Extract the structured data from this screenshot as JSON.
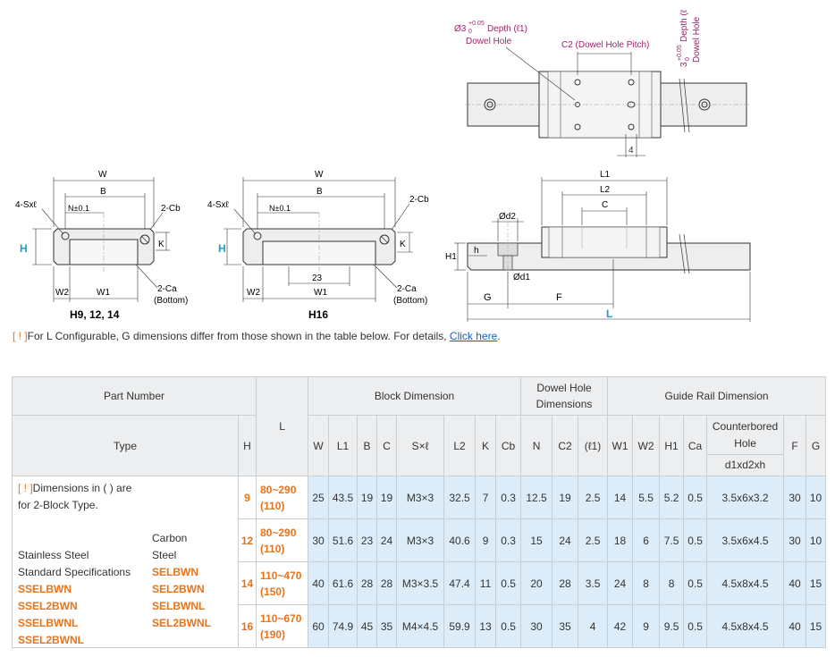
{
  "drawing": {
    "top_labels": {
      "dowel_hole_dim": "Ø3+0.05 0 Depth (ℓ1)",
      "dowel_hole_dim_main": "Ø3",
      "dowel_hole_sup": "+0.05",
      "dowel_hole_sub": "0",
      "dowel_hole_depth": "Depth (ℓ1)",
      "dowel_hole": "Dowel Hole",
      "c2_pitch": "C2 (Dowel Hole Pitch)",
      "right_depth_main": "3",
      "right_depth_sup": "+0.05",
      "right_depth_sub": "0",
      "right_depth_rest": "Depth (ℓ",
      "right_dowel": "Dowel Hole",
      "dim_4": "4"
    },
    "left_view": {
      "W": "W",
      "B": "B",
      "N": "N±0.1",
      "S": "4-Sxℓ",
      "Cb": "2-Cb",
      "H": "H",
      "K": "K",
      "W2": "W2",
      "W1": "W1",
      "Ca": "2-Ca",
      "bottom": "(Bottom)",
      "caption": "H9, 12, 14"
    },
    "mid_view": {
      "W": "W",
      "B": "B",
      "N": "N±0.1",
      "S": "4-Sxℓ",
      "Cb": "2-Cb",
      "H": "H",
      "K": "K",
      "W2": "W2",
      "W1": "W1",
      "dim23": "23",
      "Ca": "2-Ca",
      "bottom": "(Bottom)",
      "caption": "H16"
    },
    "side_view": {
      "L1": "L1",
      "L2": "L2",
      "C": "C",
      "d2": "Ød2",
      "d1": "Ød1",
      "H1": "H1",
      "h": "h",
      "G": "G",
      "F": "F",
      "L": "L"
    }
  },
  "note": {
    "flag": "[ ! ]",
    "text": "For L Configurable, G dimensions differ from those shown in the table below. For details, ",
    "link": "Click here",
    "end": "."
  },
  "table": {
    "headers": {
      "part_number": "Part Number",
      "L": "L",
      "block_dimension": "Block Dimension",
      "dowel_hole_dimensions": "Dowel Hole Dimensions",
      "guide_rail_dimension": "Guide Rail Dimension",
      "type": "Type",
      "H": "H",
      "cols": [
        "W",
        "L1",
        "B",
        "C",
        "S×ℓ",
        "L2",
        "K",
        "Cb",
        "N",
        "C2",
        "(ℓ1)",
        "W1",
        "W2",
        "H1",
        "Ca"
      ],
      "counterbored": "Counterbored Hole",
      "counterbored_sub": "d1xd2xh",
      "F": "F",
      "G": "G"
    },
    "type_cell": {
      "note_flag": "[ ! ]",
      "note": "Dimensions in ( ) are for 2-Block Type.",
      "stainless": "Stainless Steel",
      "standard": "Standard Specifications",
      "stainless_parts": [
        "SSELBWN",
        "SSEL2BWN",
        "SSELBWNL",
        "SSEL2BWNL"
      ],
      "carbon": "Carbon Steel",
      "carbon_parts": [
        "SELBWN",
        "SEL2BWN",
        "SELBWNL",
        "SEL2BWNL"
      ]
    },
    "rows": [
      {
        "H": "9",
        "L": "80~290",
        "L2b": "(110)",
        "vals": [
          "25",
          "43.5",
          "19",
          "19",
          "M3×3",
          "32.5",
          "7",
          "0.3",
          "12.5",
          "19",
          "2.5",
          "14",
          "5.5",
          "5.2",
          "0.5",
          "3.5x6x3.2",
          "30",
          "10"
        ]
      },
      {
        "H": "12",
        "L": "80~290",
        "L2b": "(110)",
        "vals": [
          "30",
          "51.6",
          "23",
          "24",
          "M3×3",
          "40.6",
          "9",
          "0.3",
          "15",
          "24",
          "2.5",
          "18",
          "6",
          "7.5",
          "0.5",
          "3.5x6x4.5",
          "30",
          "10"
        ]
      },
      {
        "H": "14",
        "L": "110~470",
        "L2b": "(150)",
        "vals": [
          "40",
          "61.6",
          "28",
          "28",
          "M3×3.5",
          "47.4",
          "11",
          "0.5",
          "20",
          "28",
          "3.5",
          "24",
          "8",
          "8",
          "0.5",
          "4.5x8x4.5",
          "40",
          "15"
        ]
      },
      {
        "H": "16",
        "L": "110~670",
        "L2b": "(190)",
        "vals": [
          "60",
          "74.9",
          "45",
          "35",
          "M4×4.5",
          "59.9",
          "13",
          "0.5",
          "30",
          "35",
          "4",
          "42",
          "9",
          "9.5",
          "0.5",
          "4.5x8x4.5",
          "40",
          "15"
        ]
      }
    ]
  }
}
